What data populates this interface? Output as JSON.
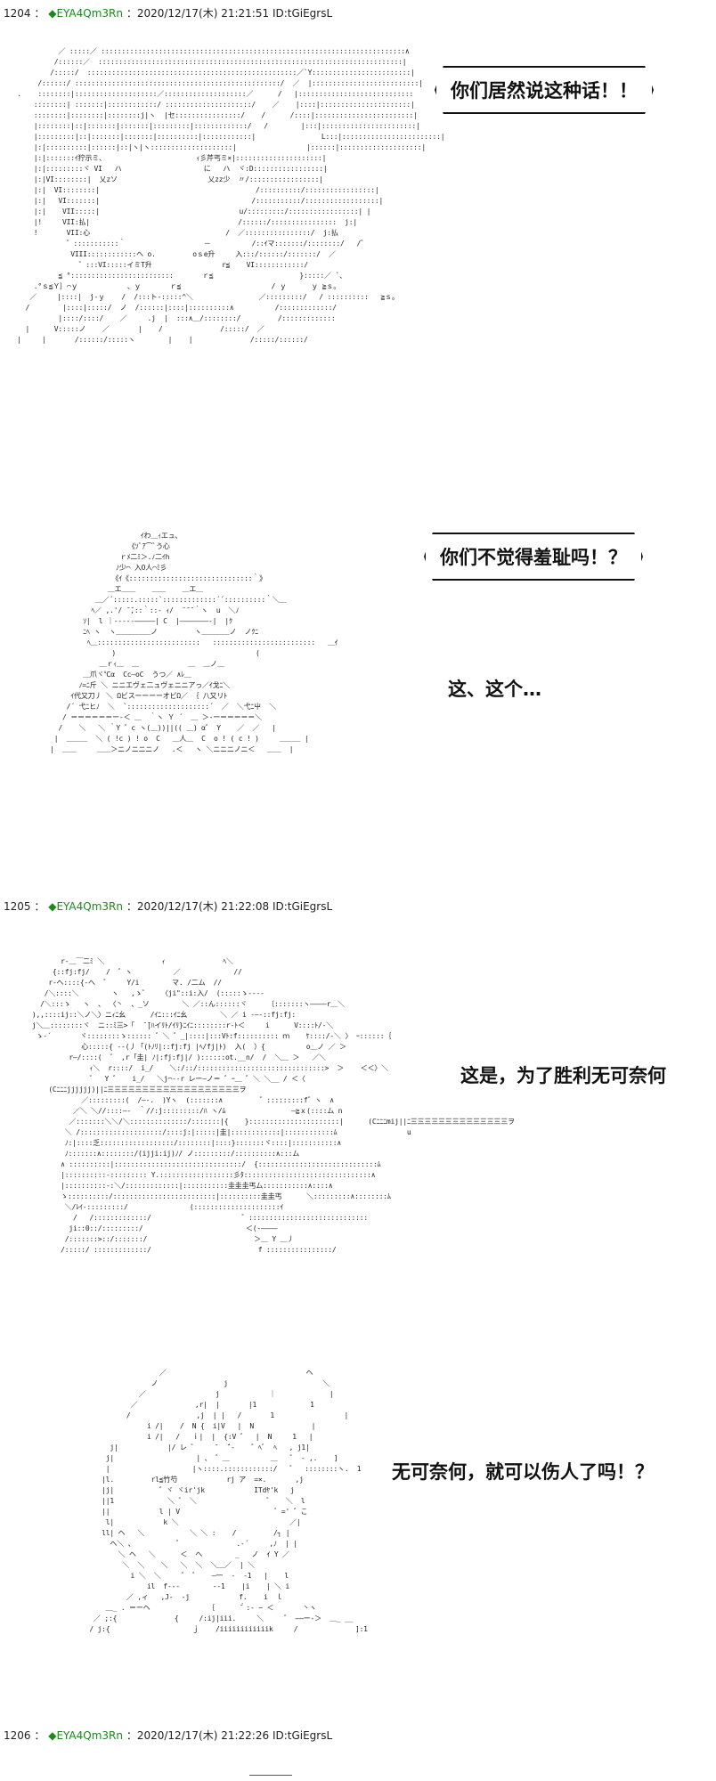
{
  "posts": [
    {
      "number": "1204",
      "trip_marker": "◆",
      "name": "EYA4Qm3Rn",
      "date": "2020/12/17(木)",
      "time": "21:21:51",
      "id": "ID:tGiEgrsL"
    },
    {
      "number": "1205",
      "trip_marker": "◆",
      "name": "EYA4Qm3Rn",
      "date": "2020/12/17(木)",
      "time": "21:22:08",
      "id": "ID:tGiEgrsL"
    },
    {
      "number": "1206",
      "trip_marker": "◆",
      "name": "EYA4Qm3Rn",
      "date": "2020/12/17(木)",
      "time": "21:22:26",
      "id": "ID:tGiEgrsL"
    }
  ],
  "separator": "：",
  "panel1": {
    "speech": "你们居然说这种话！！"
  },
  "panel2": {
    "speech": "你们不觉得羞耻吗！？",
    "caption": "这、这个…"
  },
  "panel3": {
    "caption": "这是，为了胜利无可奈何"
  },
  "panel4": {
    "caption": "无可奈何，就可以伤人了吗！？"
  }
}
